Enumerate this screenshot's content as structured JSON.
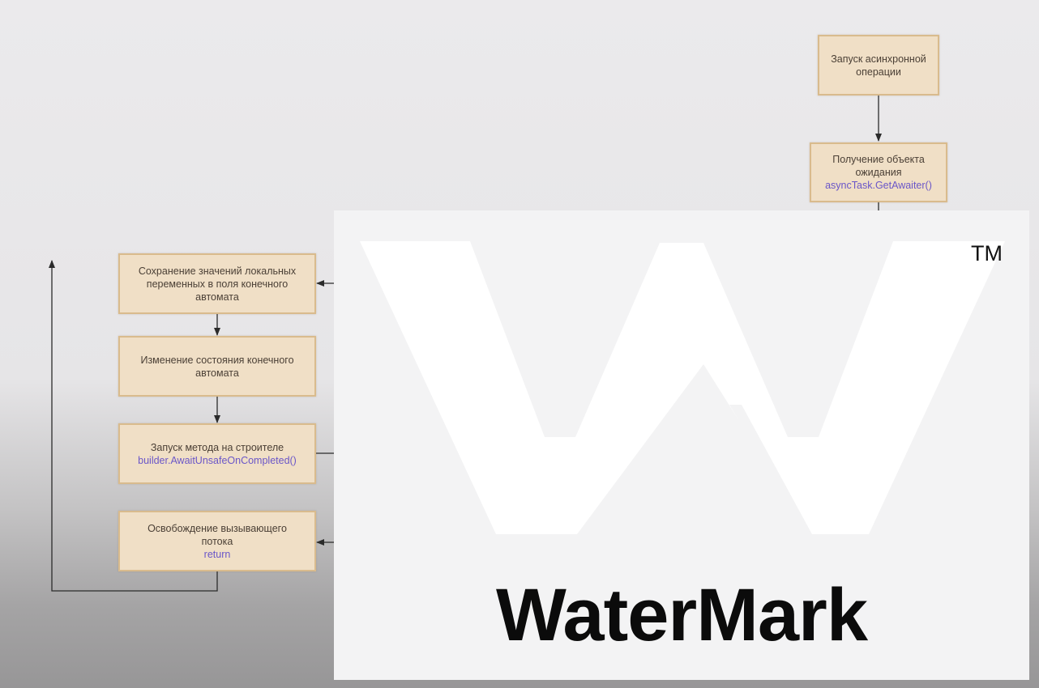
{
  "diagram": {
    "nodes": {
      "start_async": {
        "lines": [
          "Запуск асинхронной",
          "операции"
        ],
        "code": ""
      },
      "get_awaiter": {
        "lines": [
          "Получение объекта",
          "ожидания"
        ],
        "code": "asyncTask.GetAwaiter()"
      },
      "save_locals": {
        "lines": [
          "Сохранение значений локальных",
          "переменных в поля конечного",
          "автомата"
        ],
        "code": ""
      },
      "change_state": {
        "lines": [
          "Изменение состояния конечного",
          "автомата"
        ],
        "code": ""
      },
      "builder_call": {
        "lines": [
          "Запуск метода на строителе"
        ],
        "code": "builder.AwaitUnsafeOnCompleted()"
      },
      "release_thread": {
        "lines": [
          "Освобождение вызывающего",
          "потока"
        ],
        "code": "return"
      }
    }
  },
  "watermark": {
    "word": "WaterMark",
    "trademark": "TM"
  }
}
